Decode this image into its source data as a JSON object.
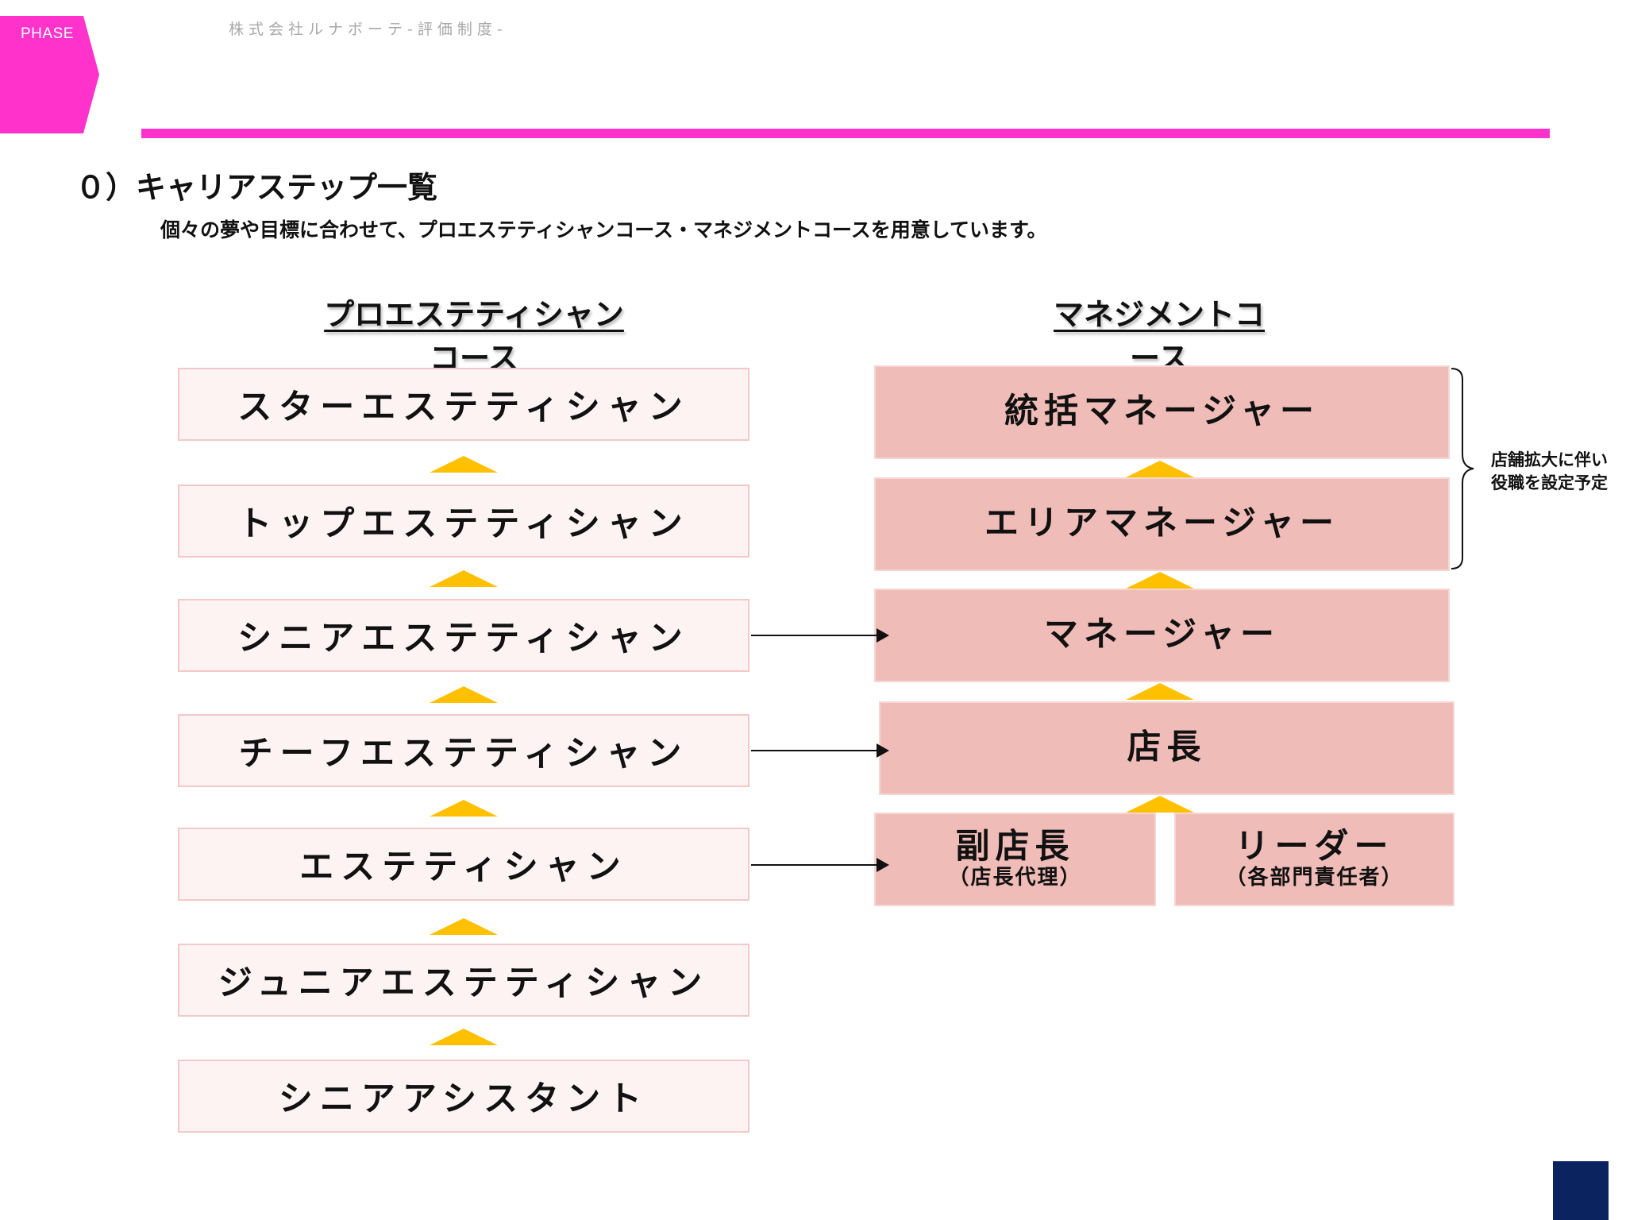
{
  "header": {
    "phase_label": "PHASE",
    "company": "株式会社ルナボーテ-評価制度-"
  },
  "section": {
    "title": "０）キャリアステップ一覧",
    "subtitle": "個々の夢や目標に合わせて、プロエステティシャンコース・マネジメントコースを用意しています。"
  },
  "pro_course": {
    "heading": "プロエステティシャンコース",
    "steps": [
      "スターエステティシャン",
      "トップエステティシャン",
      "シニアエステティシャン",
      "チーフエステティシャン",
      "エステティシャン",
      "ジュニアエステティシャン",
      "シニアアシスタント"
    ]
  },
  "management_course": {
    "heading": "マネジメントコース",
    "steps": [
      "統括マネージャー",
      "エリアマネージャー",
      "マネージャー",
      "店長"
    ],
    "entry": [
      {
        "title": "副店長",
        "sub": "（店長代理）"
      },
      {
        "title": "リーダー",
        "sub": "（各部門責任者）"
      }
    ],
    "note": [
      "店舗拡大に伴い",
      "役職を設定予定"
    ]
  },
  "colors": {
    "accent_pink": "#ff33cc",
    "pro_box_fill": "#fdf3f3",
    "mgmt_box_fill": "#f0bcb8",
    "step_arrow": "#ffc000",
    "corner_navy": "#0b2460"
  }
}
